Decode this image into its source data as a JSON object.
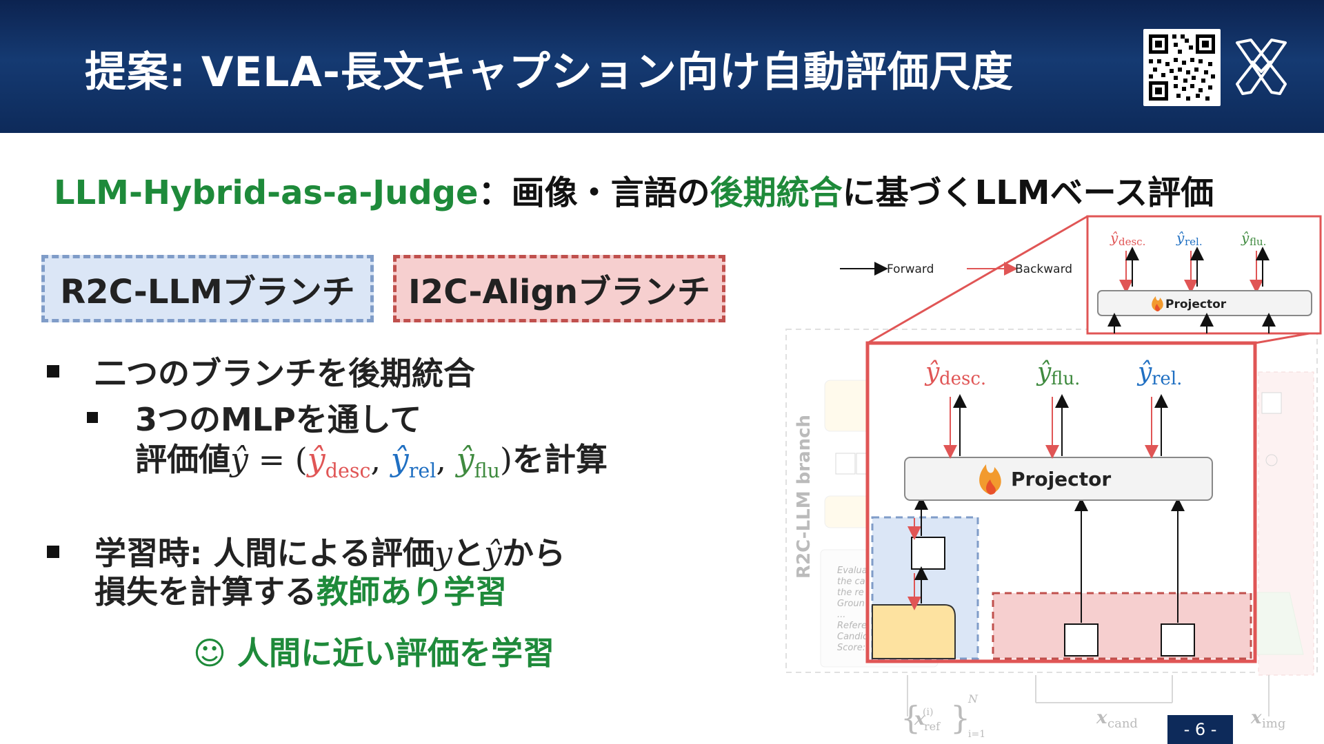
{
  "header": {
    "title": "提案: VELA-長文キャプション向け自動評価尺度"
  },
  "subtitle": {
    "method": "LLM-Hybrid-as-a-Judge",
    "colon": "：画像・言語の",
    "late_fusion": "後期統合",
    "rest": "に基づくLLMベース評価"
  },
  "branches": {
    "r2c": "R2C-LLMブランチ",
    "i2c": "I2C-Alignブランチ"
  },
  "bullets": {
    "b1": "二つのブランチを後期統合",
    "b2_line1": "3つのMLPを通して",
    "b2_prefix": "評価値",
    "b2_yhat": "ŷ",
    "b2_eq": " = (",
    "b2_y_desc": "ŷ",
    "b2_sub_desc": "desc",
    "b2_sep1": ", ",
    "b2_y_rel": "ŷ",
    "b2_sub_rel": "rel",
    "b2_sep2": ", ",
    "b2_y_flu": "ŷ",
    "b2_sub_flu": "flu",
    "b2_close": ")",
    "b2_suffix": "を計算",
    "b3_part1": "学習時: 人間による評価",
    "b3_y": "y",
    "b3_and": "と",
    "b3_yhat": "ŷ",
    "b3_from": "から",
    "b3_line2a": "損失を計算する",
    "b3_line2b": "教師あり学習",
    "b4": "☺ 人間に近い評価を学習"
  },
  "diagram": {
    "forward": "Forward",
    "backward": "Backward",
    "projector": "Projector",
    "projector_small": "Projector",
    "y_desc_sub": "desc.",
    "y_rel_sub": "rel.",
    "y_flu_sub": "flu.",
    "y_hat": "ŷ",
    "branch_label": "R2C-LLM branch",
    "x_ref": "x",
    "x_ref_sub": "ref",
    "x_ref_sup": "(i)",
    "x_ref_N": "N",
    "x_ref_i": "i=1",
    "x_cand": "x",
    "x_cand_sub": "cand",
    "x_img": "x",
    "x_img_sub": "img",
    "prompt_lines": [
      "Evalua",
      "the ca",
      "the re",
      "Groun",
      "...",
      "Refere",
      "Candid",
      "Score:"
    ]
  },
  "page": {
    "number": "- 6 -"
  },
  "colors": {
    "header_bg": "#0d2a5a",
    "accent_green": "#1e8a3a",
    "red": "#e05555",
    "blue": "#1f6fc2",
    "green_math": "#3f8a3f"
  }
}
